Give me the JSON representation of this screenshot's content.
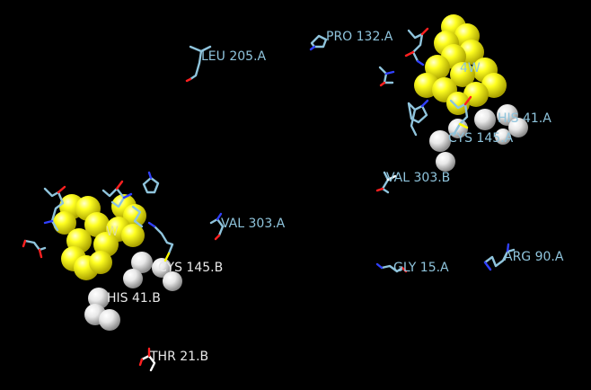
{
  "viewer": {
    "background": "#000000",
    "ligand_color": "#ffff00",
    "protein_sphere_color": "#f0f0f0",
    "chain_a_label_color": "#8fc4dc",
    "chain_b_label_color": "#e8e8e8",
    "stick_colors": {
      "carbon": "#8fc4dc",
      "nitrogen": "#3040ff",
      "oxygen": "#ff2020",
      "sulfur": "#ffff00",
      "hydrogen": "#ffffff"
    }
  },
  "labels": {
    "leu205a": "LEU 205.A",
    "pro132a": "PRO 132.A",
    "his41a": "HIS 41.A",
    "cys145a": "CYS 145.A",
    "val303b": "VAL 303.B",
    "val303a": "VAL 303.A",
    "cys145b": "CYS 145.B",
    "his41b": "HIS 41.B",
    "gly15a": "GLY 15.A",
    "arg90a": "ARG 90.A",
    "thr21b": "THR 21.B",
    "ligand_a": "4W",
    "ligand_b": "W"
  }
}
